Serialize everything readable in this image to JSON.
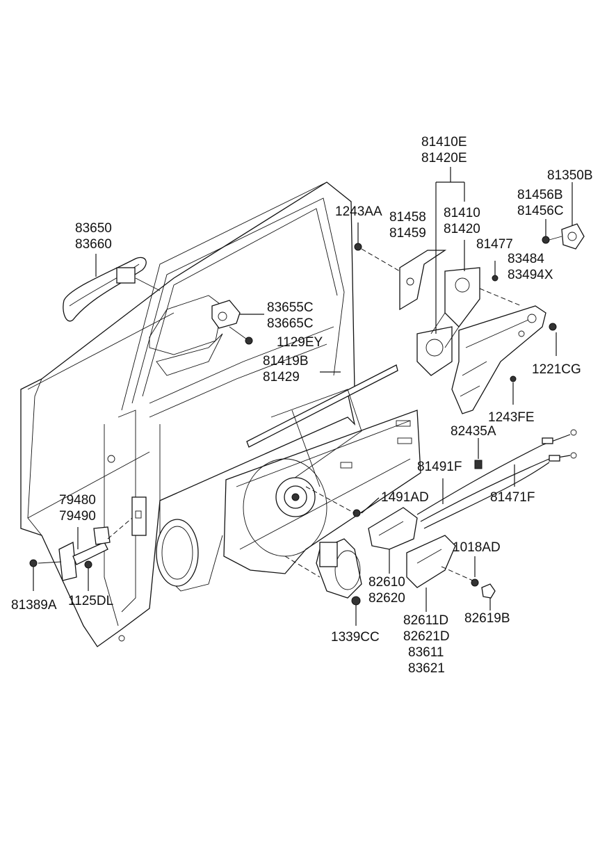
{
  "labels": {
    "l81410E": "81410E",
    "l81420E": "81420E",
    "l81350B": "81350B",
    "l81456B": "81456B",
    "l81456C": "81456C",
    "l1243AA": "1243AA",
    "l81458": "81458",
    "l81459": "81459",
    "l81410": "81410",
    "l81420": "81420",
    "l83650": "83650",
    "l83660": "83660",
    "l81477": "81477",
    "l83484": "83484",
    "l83494X": "83494X",
    "l83655C": "83655C",
    "l83665C": "83665C",
    "l1129EY": "1129EY",
    "l81419B": "81419B",
    "l81429": "81429",
    "l1221CG": "1221CG",
    "l1243FE": "1243FE",
    "l82435A": "82435A",
    "l81491F": "81491F",
    "l81471F": "81471F",
    "l79480": "79480",
    "l79490": "79490",
    "l1491AD": "1491AD",
    "l1018AD": "1018AD",
    "l81389A": "81389A",
    "l1125DL": "1125DL",
    "l82610": "82610",
    "l82620": "82620",
    "l82619B": "82619B",
    "l1339CC": "1339CC",
    "l82611D": "82611D",
    "l82621D": "82621D",
    "l83611": "83611",
    "l83621": "83621"
  }
}
